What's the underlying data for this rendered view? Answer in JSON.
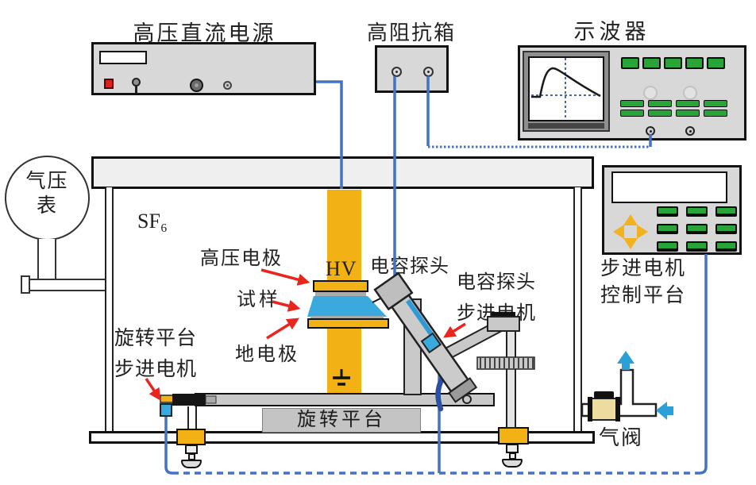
{
  "titles": {
    "power_supply": "高压直流电源",
    "impedance_box": "高阻抗箱",
    "oscilloscope": "示波器"
  },
  "labels": {
    "gas": "SF₆",
    "hv_marking": "HV",
    "hv_electrode": "高压电极",
    "sample": "试样",
    "ground_electrode": "地电极",
    "capacitive_probe": "电容探头",
    "probe_motor_line1": "电容探头",
    "probe_motor_line2": "步进电机",
    "rotation_motor_line1": "旋转平台",
    "rotation_motor_line2": "步进电机",
    "rotating_platform": "旋转平台",
    "controller_line1": "步进电机",
    "controller_line2": "控制平台",
    "gauge_line1": "气压",
    "gauge_line2": "表",
    "gas_valve": "气阀"
  },
  "colors": {
    "wire_blue": "#4472C4",
    "cable_dark_blue": "#2B4FA3",
    "electrode_yellow": "#F2B216",
    "sample_cyan": "#39A9DE",
    "button_green": "#28A438",
    "arrow_red": "#E8261D",
    "valve_body_tan": "#EDDC9F",
    "flow_arrow_cyan": "#2B9FD8",
    "device_gray": "#D8D8D8",
    "screen_bezel_gray": "#8F8F8F"
  }
}
